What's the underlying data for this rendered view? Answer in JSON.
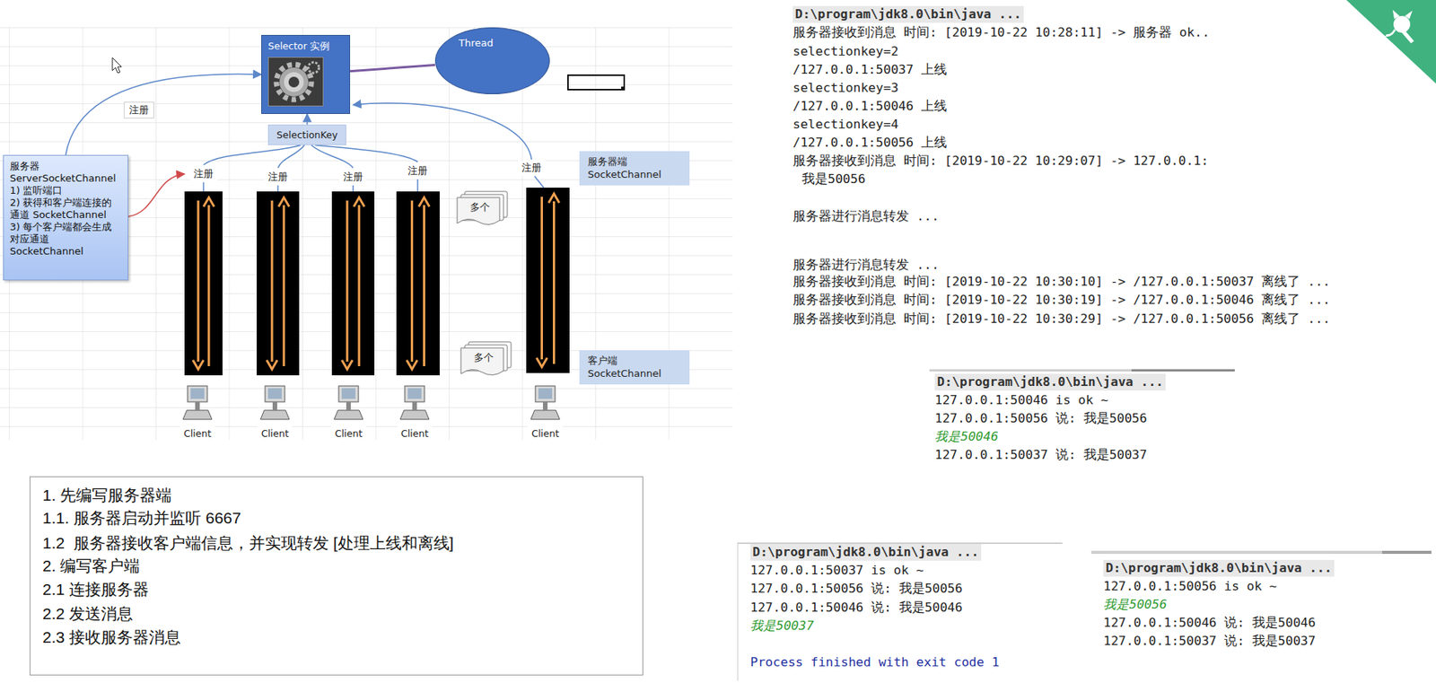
{
  "diagram": {
    "nodes": [
      {
        "text": [
          "Selector 实例"
        ]
      },
      {
        "text": [
          "Thread"
        ]
      },
      {
        "text": [
          "SelectionKey"
        ]
      },
      {
        "text": [
          "服务器",
          "ServerSocketChannel",
          "1) 监听端口",
          "2) 获得和客户端连接的通道 SocketChannel",
          "3) 每个客户端都会生成对应通道 SocketChannel"
        ]
      },
      {
        "text": [
          "服务器端",
          "SocketChannel"
        ]
      },
      {
        "text": [
          "客户端",
          "SocketChannel"
        ]
      },
      {
        "text": [
          "1. 先编写服务器端",
          "1.1. 服务器启动并监听 6667",
          "1.2  服务器接收客户端信息，并实现转发 [处理上线和离线]",
          "2. 编写客户端",
          "2.1 连接服务器",
          "2.2 发送消息",
          "2.3 接收服务器消息"
        ]
      },
      {
        "text": [
          "D:\\program\\jdk8.0\\bin\\java ...",
          "服务器接收到消息 时间: [2019-10-22 10:28:11] -> 服务器 ok..",
          "selectionkey=2",
          "/127.0.0.1:50037 上线",
          "selectionkey=3",
          "/127.0.0.1:50046 上线",
          "selectionkey=4",
          "/127.0.0.1:50056 上线",
          "服务器接收到消息 时间: [2019-10-22 10:29:07] -> 127.0.0.1:",
          "我是50056",
          "服务器进行消息转发 ...",
          "服务器进行消息转发 ...",
          "服务器接收到消息 时间: [2019-10-22 10:30:10] -> /127.0.0.1:50037 离线了 ...",
          "服务器接收到消息 时间: [2019-10-22 10:30:19] -> /127.0.0.1:50046 离线了 ...",
          "服务器接收到消息 时间: [2019-10-22 10:30:29] -> /127.0.0.1:50056 离线了 ..."
        ]
      },
      {
        "text": [
          "D:\\program\\jdk8.0\\bin\\java ...",
          "127.0.0.1:50046 is ok ~",
          "127.0.0.1:50056 说: 我是50056",
          "我是50046",
          "127.0.0.1:50037 说: 我是50037"
        ]
      },
      {
        "text": [
          "D:\\program\\jdk8.0\\bin\\java ...",
          "127.0.0.1:50037 is ok ~",
          "127.0.0.1:50056 说: 我是50056",
          "127.0.0.1:50046 说: 我是50046",
          "我是50037",
          "Process finished with exit code 1"
        ]
      },
      {
        "text": [
          "D:\\program\\jdk8.0\\bin\\java ...",
          "127.0.0.1:50056 is ok ~",
          "我是50056",
          "127.0.0.1:50046 说: 我是50046",
          "127.0.0.1:50037 说: 我是50037"
        ]
      }
    ],
    "edges": [
      {
        "from": 3,
        "to": 0,
        "arrow": "to",
        "label": "注册"
      },
      {
        "from": 1,
        "to": 0,
        "arrow": "none"
      },
      {
        "from": 2,
        "to": 0,
        "arrow": "to"
      }
    ],
    "labels": [
      "注册",
      "注册",
      "注册",
      "注册",
      "注册",
      "多个",
      "多个",
      "Client",
      "Client",
      "Client",
      "Client",
      "Client"
    ]
  }
}
